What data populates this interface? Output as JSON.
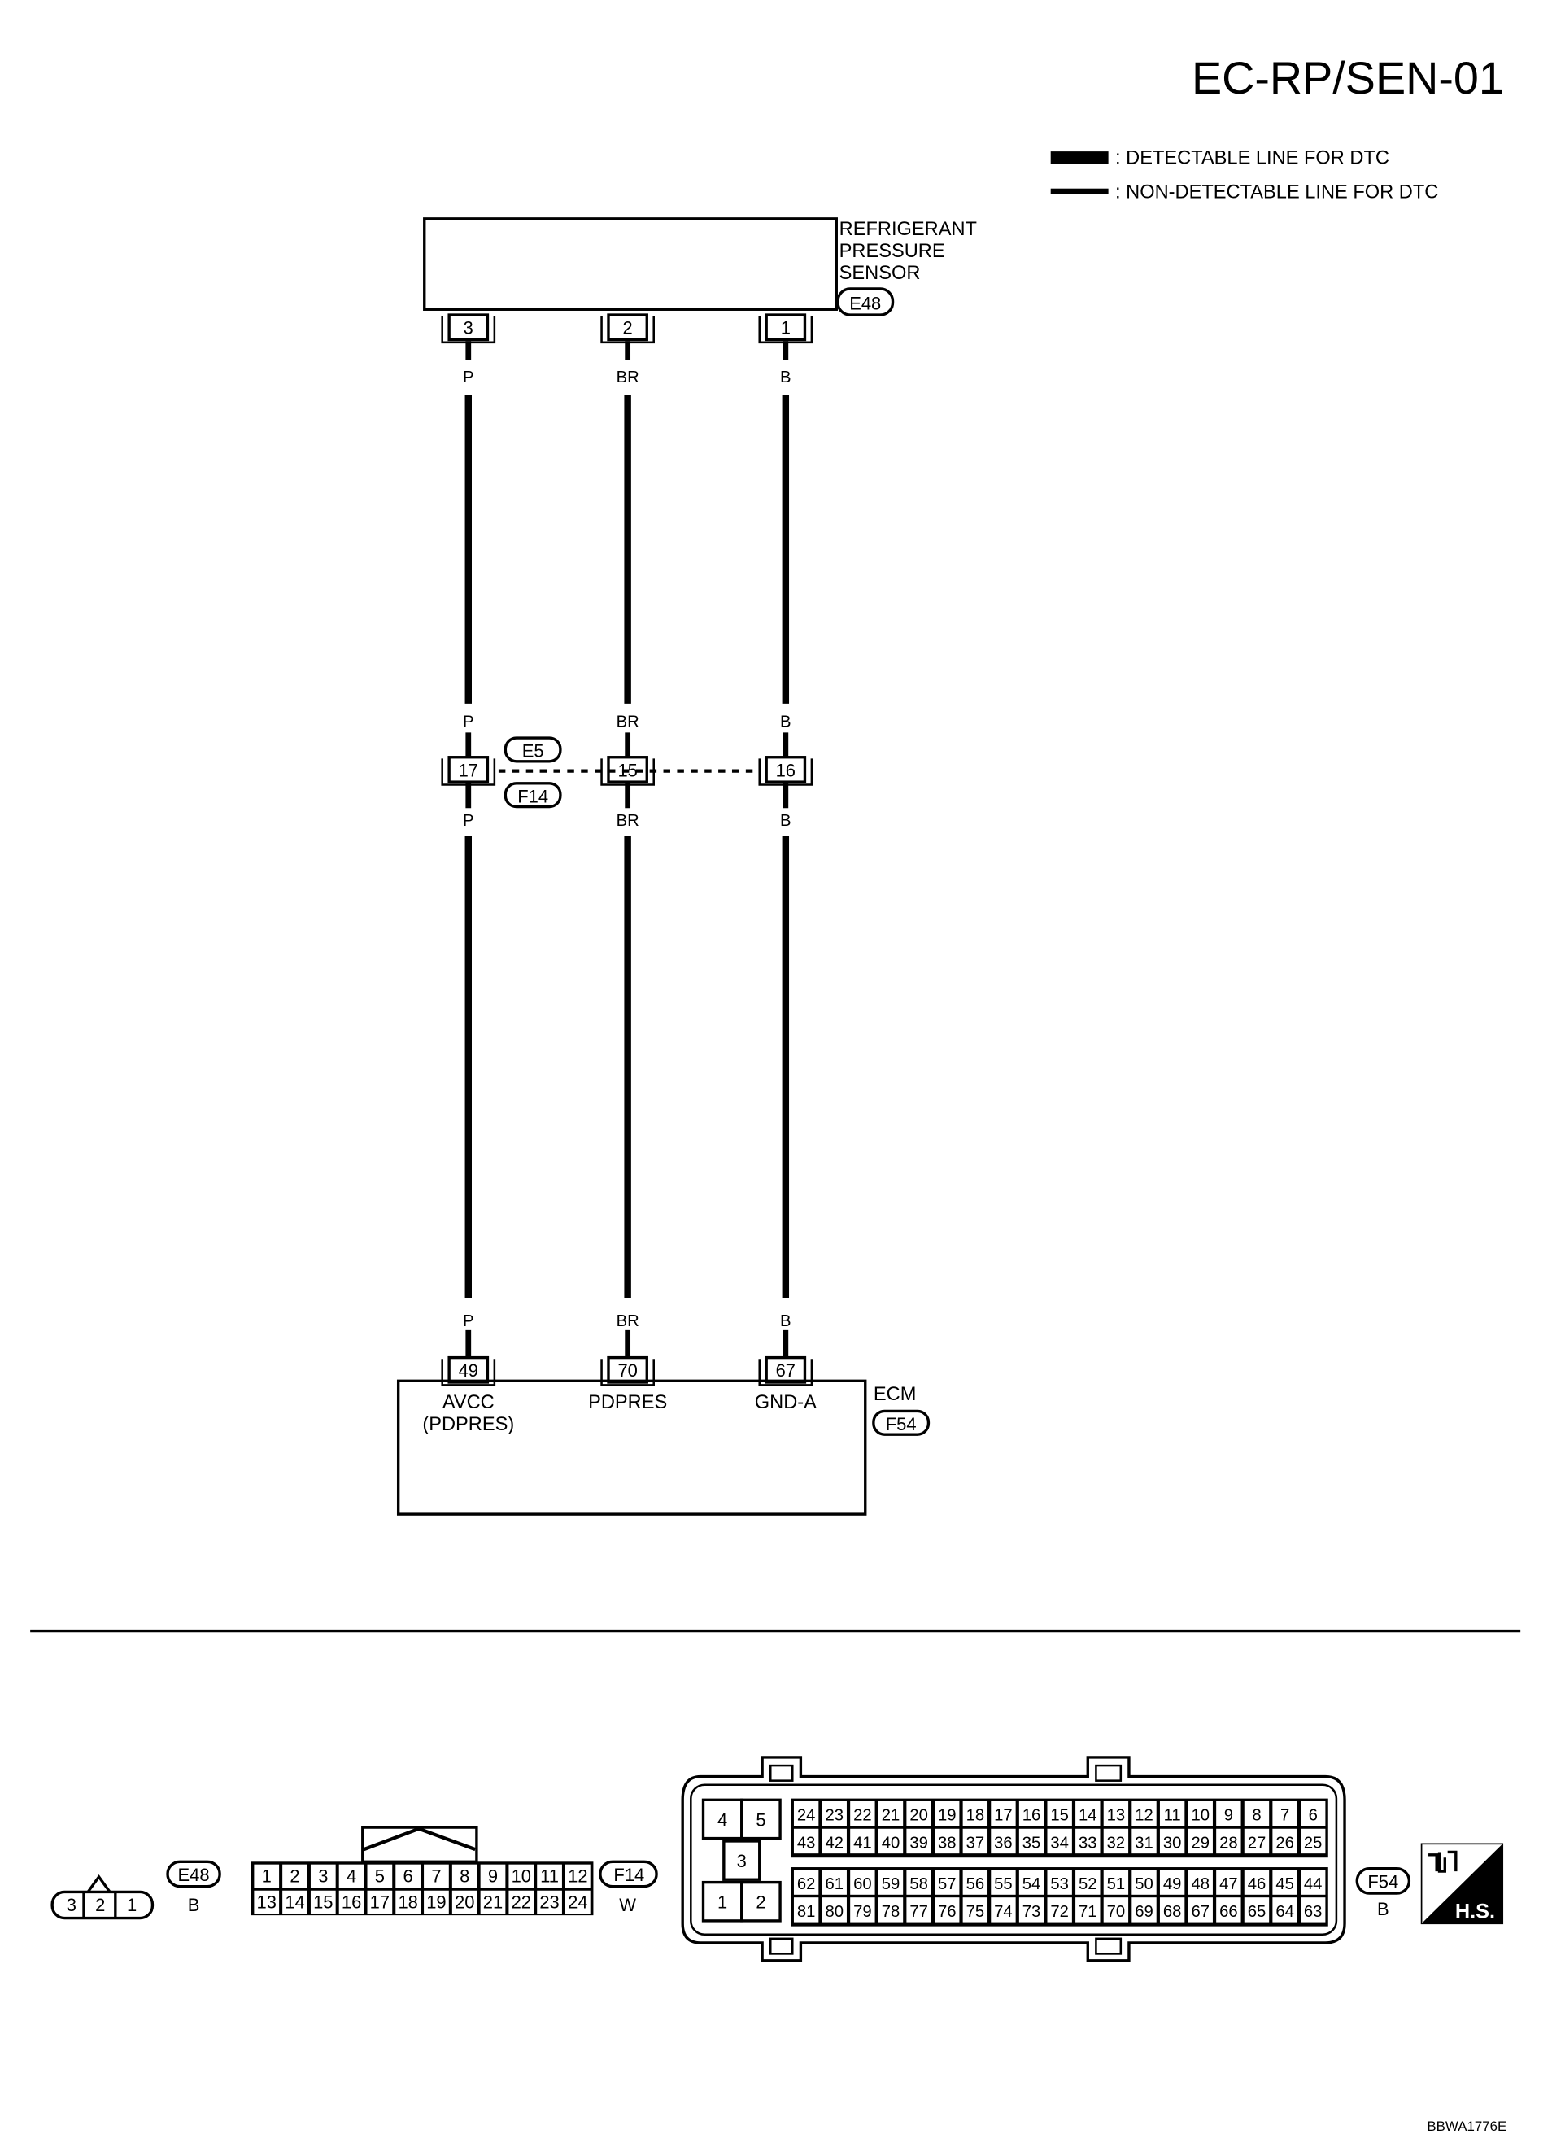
{
  "page_id": "EC-RP/SEN-01",
  "legend": {
    "detectable": ": DETECTABLE LINE FOR DTC",
    "non_detectable": ": NON-DETECTABLE LINE FOR DTC"
  },
  "sensor": {
    "name_lines": [
      "REFRIGERANT",
      "PRESSURE",
      "SENSOR"
    ],
    "connector": "E48",
    "pins": [
      "3",
      "2",
      "1"
    ]
  },
  "wires": [
    {
      "color_code": "P",
      "sensor_pin": "3",
      "joint_pin": "17",
      "ecm_pin": "49",
      "ecm_terminal_lines": [
        "AVCC",
        "(PDPRES)"
      ],
      "detectable": true
    },
    {
      "color_code": "BR",
      "sensor_pin": "2",
      "joint_pin": "15",
      "ecm_pin": "70",
      "ecm_terminal_lines": [
        "PDPRES"
      ],
      "detectable": true
    },
    {
      "color_code": "B",
      "sensor_pin": "1",
      "joint_pin": "16",
      "ecm_pin": "67",
      "ecm_terminal_lines": [
        "GND-A"
      ],
      "detectable": true
    }
  ],
  "joint_connectors": [
    "E5",
    "F14"
  ],
  "ecm": {
    "name": "ECM",
    "connector": "F54"
  },
  "connector_views": {
    "e48": {
      "id": "E48",
      "color": "B",
      "pins": [
        "3",
        "2",
        "1"
      ]
    },
    "f14": {
      "id": "F14",
      "color": "W",
      "rows": [
        [
          "1",
          "2",
          "3",
          "4",
          "5",
          "6",
          "7",
          "8",
          "9",
          "10",
          "11",
          "12"
        ],
        [
          "13",
          "14",
          "15",
          "16",
          "17",
          "18",
          "19",
          "20",
          "21",
          "22",
          "23",
          "24"
        ]
      ]
    },
    "f54": {
      "id": "F54",
      "color": "B",
      "left_pins": [
        "4",
        "5",
        "3",
        "1",
        "2"
      ],
      "rows": [
        [
          "24",
          "23",
          "22",
          "21",
          "20",
          "19",
          "18",
          "17",
          "16",
          "15",
          "14",
          "13",
          "12",
          "11",
          "10",
          "9",
          "8",
          "7",
          "6"
        ],
        [
          "43",
          "42",
          "41",
          "40",
          "39",
          "38",
          "37",
          "36",
          "35",
          "34",
          "33",
          "32",
          "31",
          "30",
          "29",
          "28",
          "27",
          "26",
          "25"
        ],
        [
          "62",
          "61",
          "60",
          "59",
          "58",
          "57",
          "56",
          "55",
          "54",
          "53",
          "52",
          "51",
          "50",
          "49",
          "48",
          "47",
          "46",
          "45",
          "44"
        ],
        [
          "81",
          "80",
          "79",
          "78",
          "77",
          "76",
          "75",
          "74",
          "73",
          "72",
          "71",
          "70",
          "69",
          "68",
          "67",
          "66",
          "65",
          "64",
          "63"
        ]
      ]
    }
  },
  "hs_badge": "H.S.",
  "figure_code": "BBWA1776E"
}
